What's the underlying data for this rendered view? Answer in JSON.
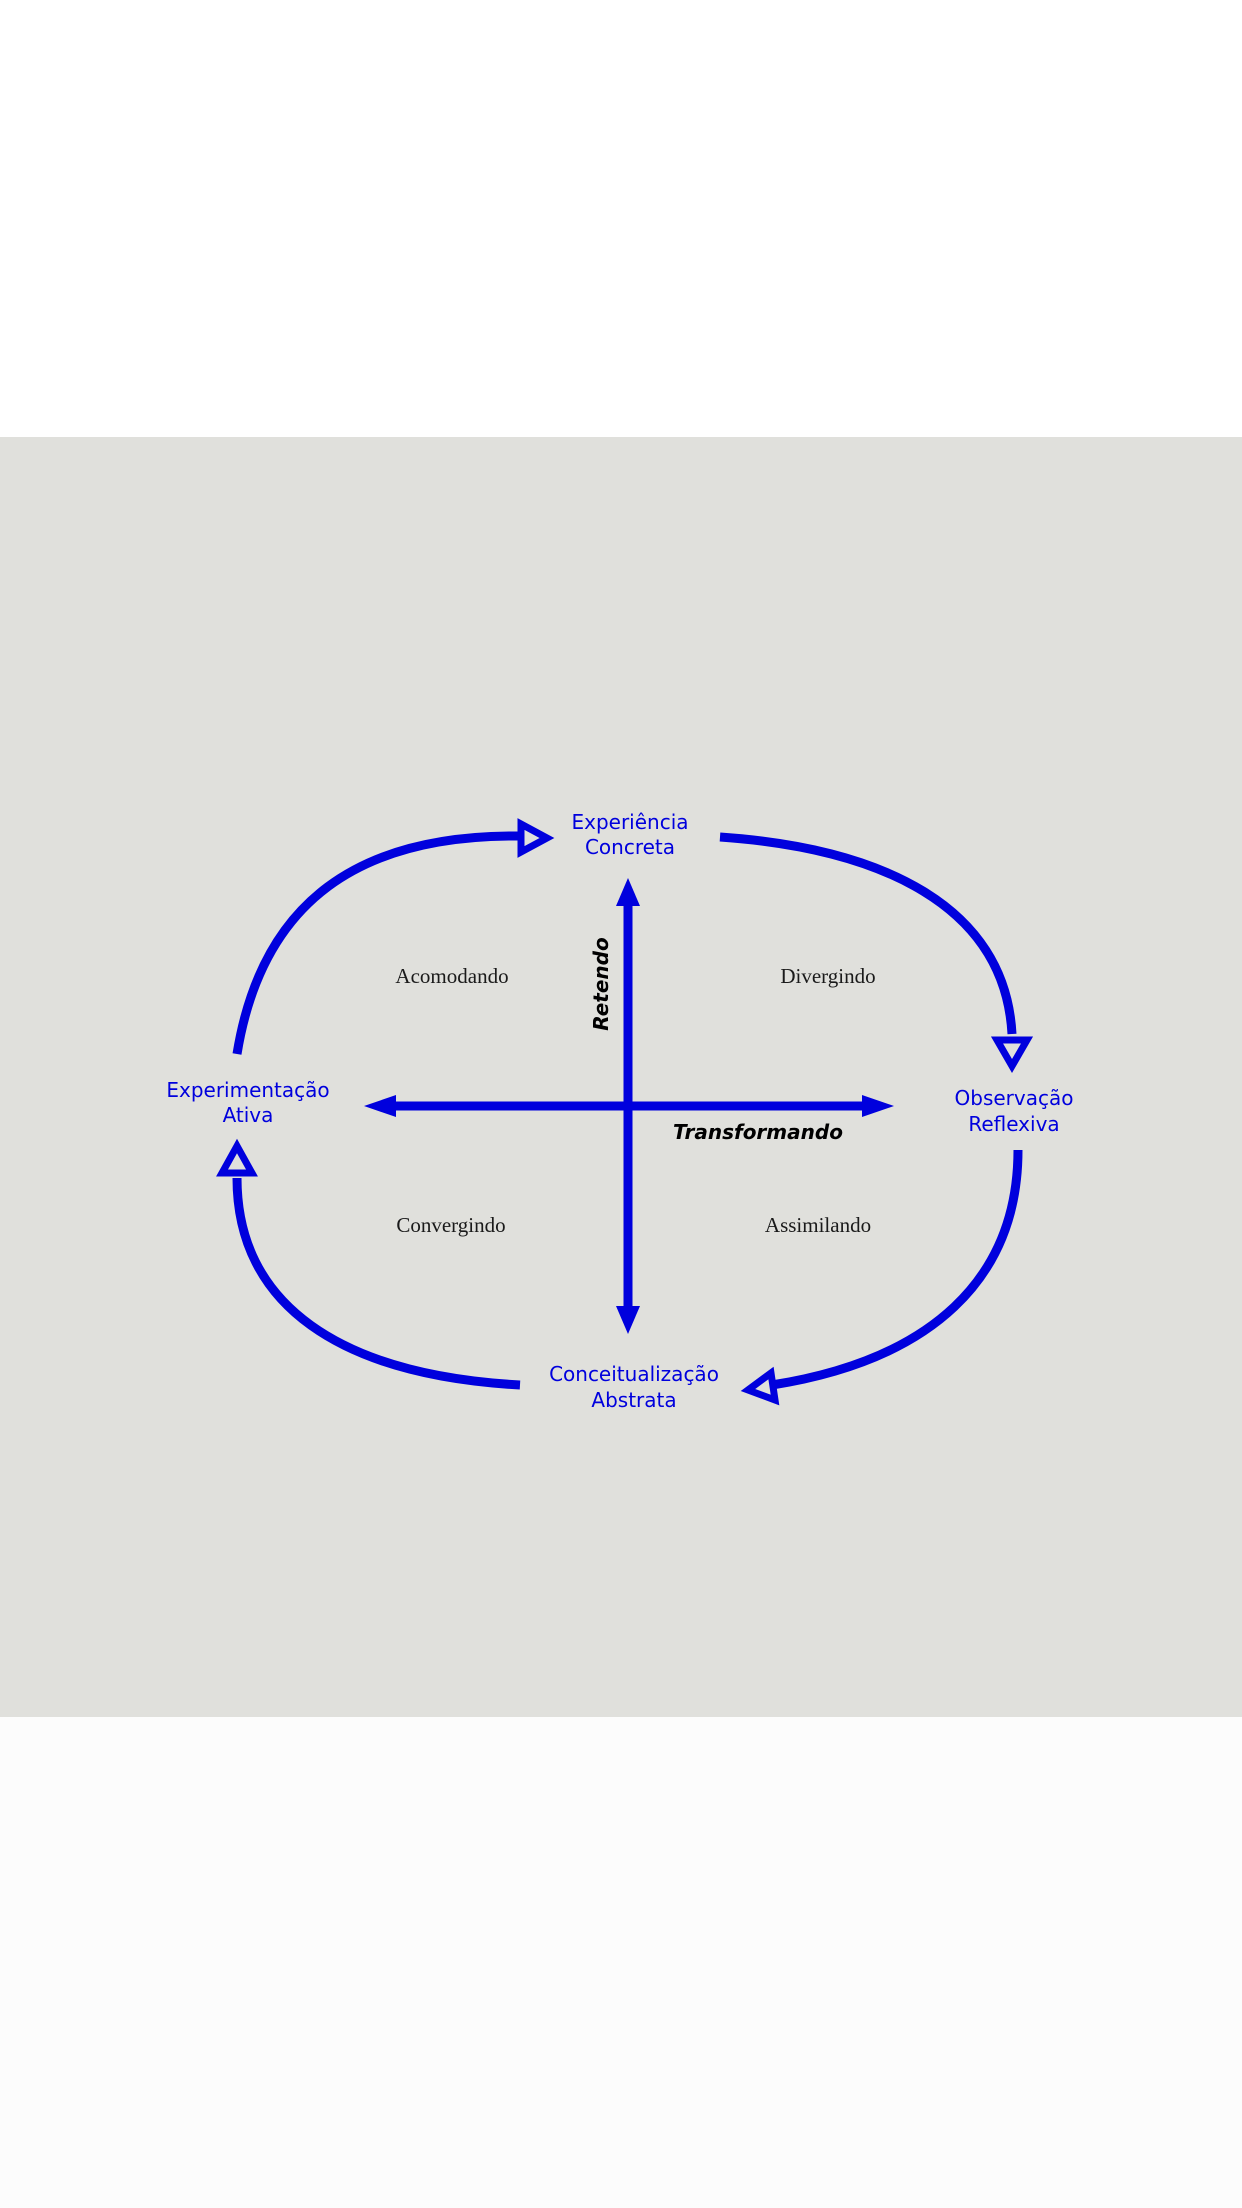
{
  "colors": {
    "accent": "#0000dd",
    "panel_background": "#e0e0dc",
    "page_background": "#ffffff"
  },
  "cycle": {
    "top": {
      "line1": "Experiência",
      "line2": "Concreta"
    },
    "right": {
      "line1": "Observação",
      "line2": "Reflexiva"
    },
    "bottom": {
      "line1": "Conceitualização",
      "line2": "Abstrata"
    },
    "left": {
      "line1": "Experimentação",
      "line2": "Ativa"
    }
  },
  "quadrants": {
    "top_left": "Acomodando",
    "top_right": "Divergindo",
    "bottom_left": "Convergindo",
    "bottom_right": "Assimilando"
  },
  "axes": {
    "vertical": "Retendo",
    "horizontal": "Transformando"
  }
}
